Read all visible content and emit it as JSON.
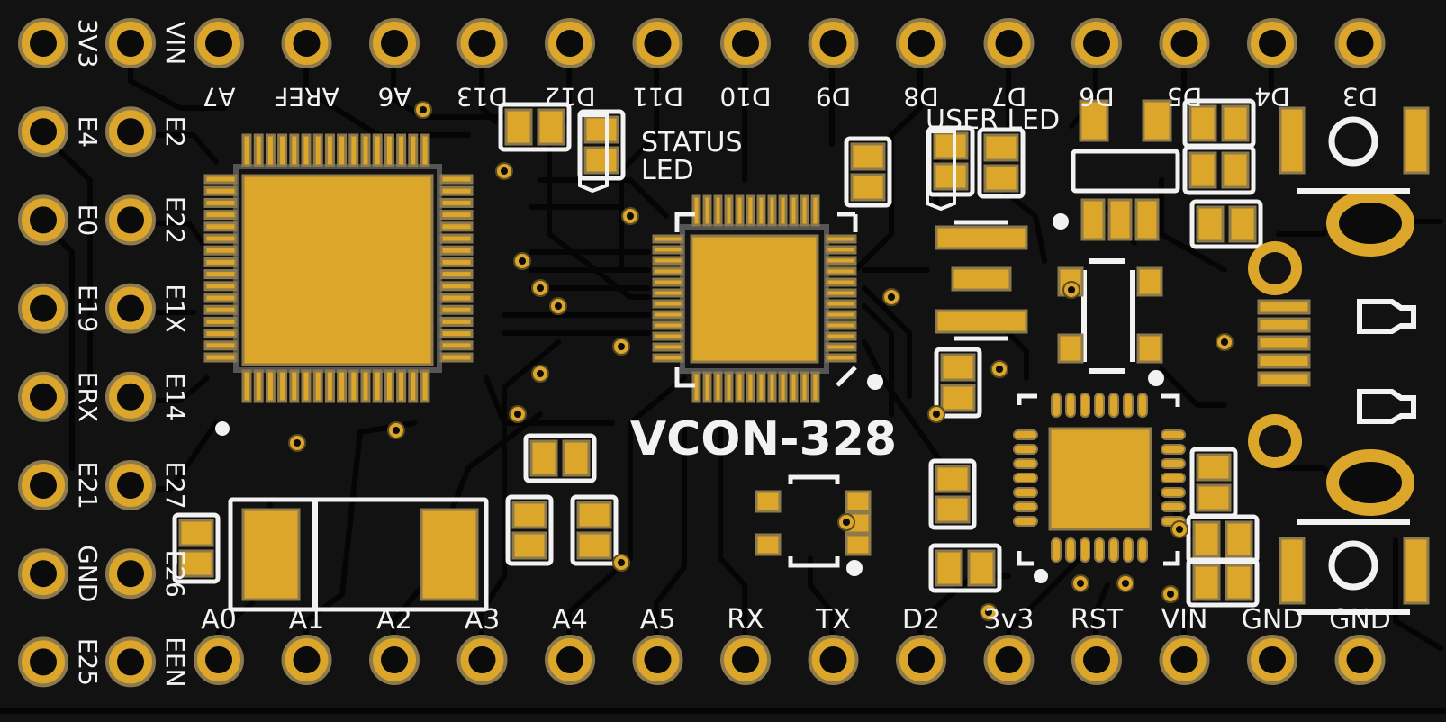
{
  "board": {
    "name": "VCON-328",
    "colors": {
      "substrate": "#121212",
      "copper": "#dba629",
      "copper_edge": "#8c7a4e",
      "trace": "#050505",
      "silkscreen": "#f2f2f2",
      "drill": "#0b0b0b"
    }
  },
  "labels": {
    "status_led_1": "STATUS",
    "status_led_2": "LED",
    "user_led": "USER LED"
  },
  "top_header": [
    "A7",
    "AREF",
    "A6",
    "D13",
    "D12",
    "D11",
    "D10",
    "D9",
    "D8",
    "D7",
    "D6",
    "D5",
    "D4",
    "D3"
  ],
  "bottom_header": [
    "A0",
    "A1",
    "A2",
    "A3",
    "A4",
    "A5",
    "RX",
    "TX",
    "D2",
    "3v3",
    "RST",
    "VIN",
    "GND",
    "GND"
  ],
  "left_outer_column": [
    "3V3",
    "E4",
    "E0",
    "E19",
    "ERX",
    "E21",
    "GND",
    "E25"
  ],
  "left_inner_column": [
    "VIN",
    "E2",
    "E22",
    "E1X",
    "E14",
    "E27",
    "E26",
    "EEN"
  ]
}
